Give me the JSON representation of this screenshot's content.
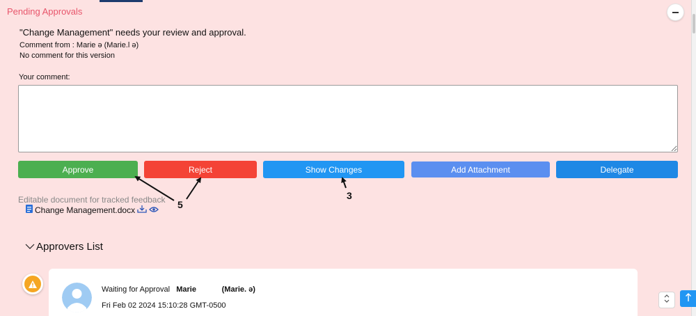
{
  "panel": {
    "title": "Pending Approvals",
    "review_message": "\"Change Management\" needs your review and approval.",
    "comment_from": "Comment from : Marie          ə (Marie.l        ə)",
    "no_comment": "No comment for this version",
    "your_comment_label": "Your comment:",
    "comment_value": ""
  },
  "actions": {
    "approve": "Approve",
    "reject": "Reject",
    "show_changes": "Show Changes",
    "add_attachment": "Add Attachment",
    "delegate": "Delegate"
  },
  "callouts": {
    "approve_reject": "5",
    "show_changes": "3"
  },
  "document": {
    "label": "Editable document for tracked feedback",
    "filename": "Change Management.docx",
    "icons": [
      "word-doc-icon",
      "download-icon",
      "eye-icon"
    ]
  },
  "approvers": {
    "heading": "Approvers List",
    "entries": [
      {
        "status": "Waiting for Approval",
        "name": "Marie",
        "email": "(Marie.          ə)",
        "timestamp": "Fri Feb 02 2024 15:10:28 GMT-0500",
        "badge": "warning-icon"
      }
    ]
  },
  "colors": {
    "panel_bg": "#fde2e2",
    "title": "#e8556b",
    "approve": "#4caf50",
    "reject": "#f44336",
    "primary": "#2196f3",
    "attachment": "#5b8ff0",
    "warning": "#f5a623",
    "avatar": "#9fcbf3"
  }
}
